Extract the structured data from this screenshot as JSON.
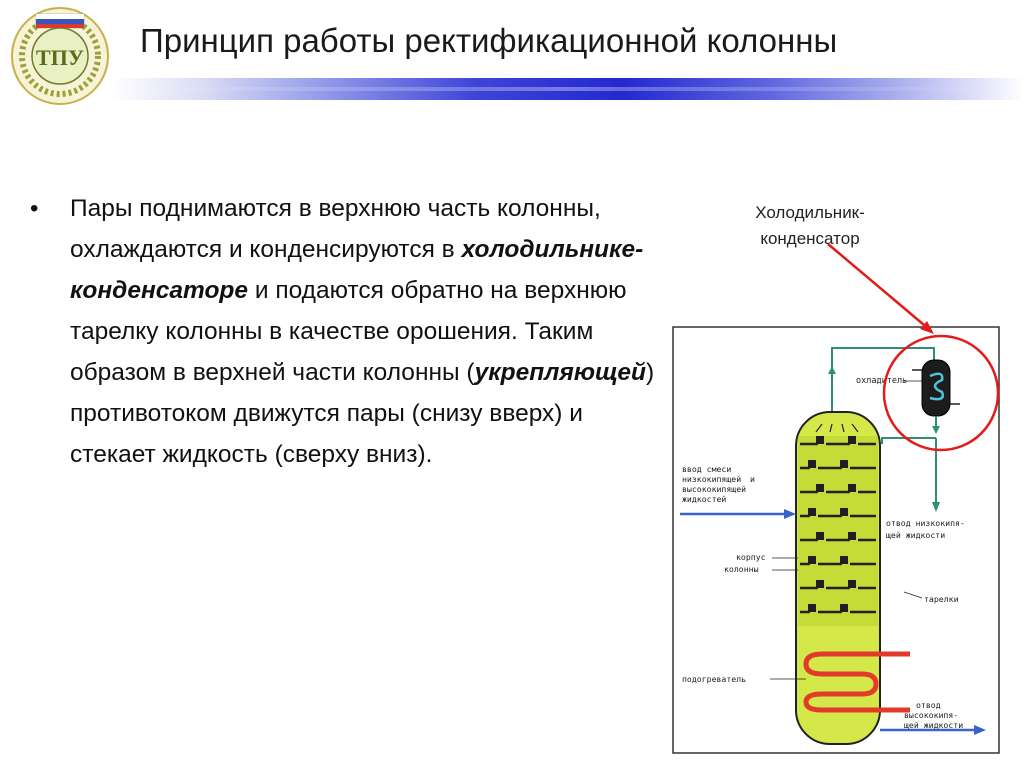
{
  "slide": {
    "title": "Принцип работы ректификационной колонны",
    "logo_text": "ТПУ",
    "bullet": {
      "p1": "Пары поднимаются в верхнюю часть колонны, охлаждаются и конденсируются в ",
      "b1": "холодильнике-конденсаторе",
      "p2": " и подаются обратно на верхнюю тарелку колонны в качестве орошения. Таким образом в верхней части колонны (",
      "b2": "укрепляющей",
      "p3": ") противотоком движутся пары (снизу вверх) и стекает жидкость (сверху вниз)."
    },
    "callout": "Холодильник-конденсатор"
  },
  "diagram": {
    "labels": {
      "cooler": "охладитель",
      "feed_1": "ввод смеси",
      "feed_2": "низкокипящей",
      "feed_3": "и",
      "feed_4": "высококипящей",
      "feed_5": "жидкостей",
      "low_out_1": "отвод низкокипя-",
      "low_out_2": "щей жидкости",
      "shell_1": "корпус",
      "shell_2": "колонны",
      "plates": "тарелки",
      "heater": "подогреватель",
      "high_out_1": "отвод",
      "high_out_2": "высококипя-",
      "high_out_3": "щей жидкости"
    }
  },
  "colors": {
    "column_fill": "#d4e84a",
    "column_stroke": "#222222",
    "plate": "#222222",
    "pipe": "#2e8f74",
    "feed_arrow": "#3a63c9",
    "heater_coil": "#e23b2a",
    "annotation": "#e31b1b",
    "title_bar": "#2329cf"
  }
}
